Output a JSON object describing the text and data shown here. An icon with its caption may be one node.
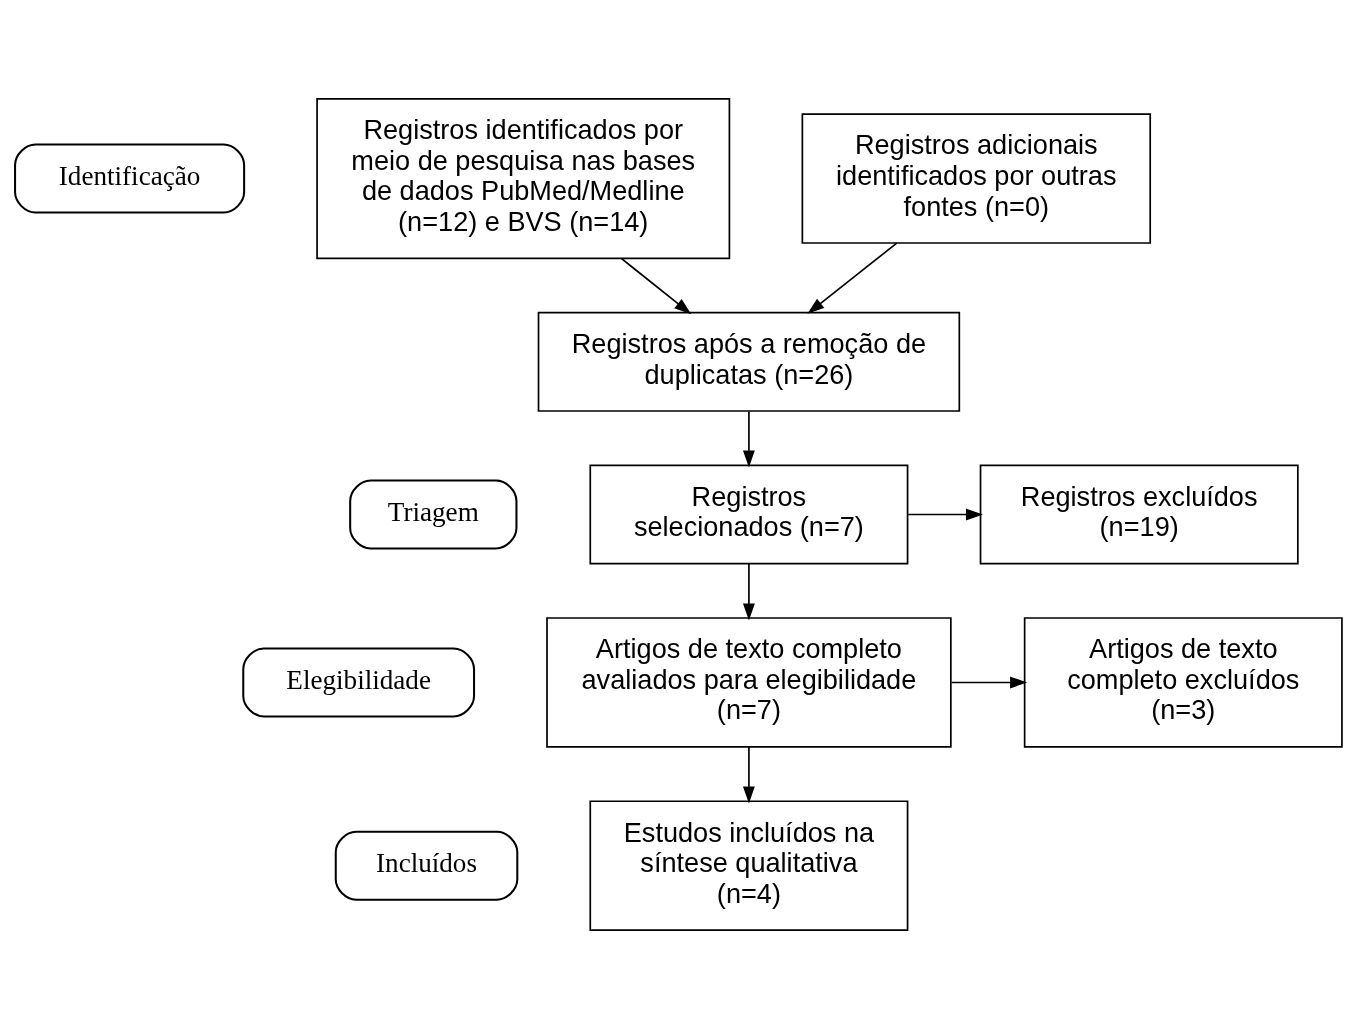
{
  "diagram": {
    "nodes": [
      {
        "text": [
          "Identificação"
        ]
      },
      {
        "text": [
          "Triagem"
        ]
      },
      {
        "text": [
          "Elegibilidade"
        ]
      },
      {
        "text": [
          "Incluídos"
        ]
      },
      {
        "text": [
          "Registros identificados por meio de pesquisa nas bases de dados PubMed/Medline (n=12) e BVS (n=14)"
        ]
      },
      {
        "text": [
          "Registros adicionais identificados por outras fontes (n=0)"
        ]
      },
      {
        "text": [
          "Registros após a remoção de duplicatas (n=26)"
        ]
      },
      {
        "text": [
          "Registros selecionados (n=7)"
        ]
      },
      {
        "text": [
          "Registros excluídos (n=19)"
        ]
      },
      {
        "text": [
          "Artigos de texto completo avaliados para elegibilidade (n=7)"
        ]
      },
      {
        "text": [
          "Artigos de texto completo excluídos (n=3)"
        ]
      },
      {
        "text": [
          "Estudos incluídos na síntese qualitativa (n=4)"
        ]
      }
    ],
    "edges": [
      {
        "from": 4,
        "to": 6,
        "arrow": "to"
      },
      {
        "from": 5,
        "to": 6,
        "arrow": "to"
      },
      {
        "from": 6,
        "to": 7,
        "arrow": "to"
      },
      {
        "from": 7,
        "to": 8,
        "arrow": "to"
      },
      {
        "from": 7,
        "to": 9,
        "arrow": "to"
      },
      {
        "from": 9,
        "to": 10,
        "arrow": "to"
      },
      {
        "from": 9,
        "to": 11,
        "arrow": "to"
      }
    ]
  }
}
